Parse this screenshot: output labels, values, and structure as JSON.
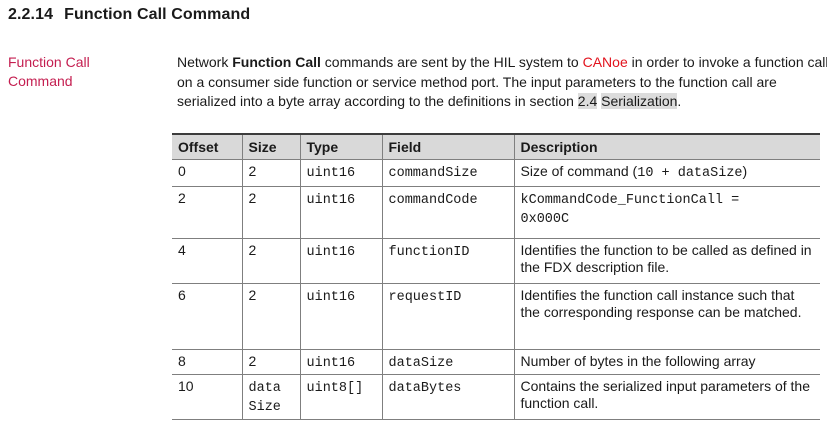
{
  "colors": {
    "text": "#1a1a1a",
    "accent": "#c41e50",
    "red": "#e2131d",
    "highlight": "#dcdcdc",
    "header_bg": "#d9d9d9",
    "border": "#7f7f7f",
    "border_dark": "#3c3c3c"
  },
  "heading": {
    "number": "2.2.14",
    "title": "Function Call Command"
  },
  "sidenote": "Function Call Command",
  "paragraph": {
    "segments": [
      {
        "t": "Network "
      },
      {
        "t": "Function Call",
        "s": "b"
      },
      {
        "t": " commands are sent by the HIL system to "
      },
      {
        "t": "CANoe",
        "s": "red"
      },
      {
        "t": " in order to invoke a function call on a consumer side function or service method port. The input parameters to the function call are serialized into a byte array according to the definitions in section "
      },
      {
        "t": "2.4",
        "s": "hl"
      },
      {
        "t": " "
      },
      {
        "t": "Serialization",
        "s": "hl"
      },
      {
        "t": "."
      }
    ]
  },
  "table": {
    "headers": [
      "Offset",
      "Size",
      "Type",
      "Field",
      "Description"
    ],
    "rows": [
      [
        [
          {
            "t": "0"
          }
        ],
        [
          {
            "t": "2"
          }
        ],
        [
          {
            "t": "uint16",
            "s": "mono"
          }
        ],
        [
          {
            "t": "commandSize",
            "s": "mono"
          }
        ],
        [
          {
            "t": "Size of command ("
          },
          {
            "t": "10 + dataSize",
            "s": "mono"
          },
          {
            "t": ")"
          }
        ]
      ],
      [
        [
          {
            "t": "2"
          }
        ],
        [
          {
            "t": "2"
          }
        ],
        [
          {
            "t": "uint16",
            "s": "mono"
          }
        ],
        [
          {
            "t": "commandCode",
            "s": "mono"
          }
        ],
        [
          {
            "t": "kCommandCode_FunctionCall =",
            "s": "mono"
          },
          {
            "s": "br"
          },
          {
            "t": "0x000C",
            "s": "mono"
          }
        ]
      ],
      [
        [
          {
            "t": "4"
          }
        ],
        [
          {
            "t": "2"
          }
        ],
        [
          {
            "t": "uint16",
            "s": "mono"
          }
        ],
        [
          {
            "t": "functionID",
            "s": "mono"
          }
        ],
        [
          {
            "t": "Identifies the function to be called as defined in the FDX description file."
          }
        ]
      ],
      [
        [
          {
            "t": "6"
          }
        ],
        [
          {
            "t": "2"
          }
        ],
        [
          {
            "t": "uint16",
            "s": "mono"
          }
        ],
        [
          {
            "t": "requestID",
            "s": "mono"
          }
        ],
        [
          {
            "t": "Identifies the function call instance such that the corresponding response can be matched."
          }
        ]
      ],
      [
        [
          {
            "t": "8"
          }
        ],
        [
          {
            "t": "2"
          }
        ],
        [
          {
            "t": "uint16",
            "s": "mono"
          }
        ],
        [
          {
            "t": "dataSize",
            "s": "mono"
          }
        ],
        [
          {
            "t": "Number of bytes in the following array"
          }
        ]
      ],
      [
        [
          {
            "t": "10"
          }
        ],
        [
          {
            "t": "data",
            "s": "mono"
          },
          {
            "s": "br"
          },
          {
            "t": "Size",
            "s": "mono"
          }
        ],
        [
          {
            "t": "uint8[]",
            "s": "mono"
          }
        ],
        [
          {
            "t": "dataBytes",
            "s": "mono"
          }
        ],
        [
          {
            "t": "Contains the serialized input parameters of the function call."
          }
        ]
      ]
    ]
  }
}
